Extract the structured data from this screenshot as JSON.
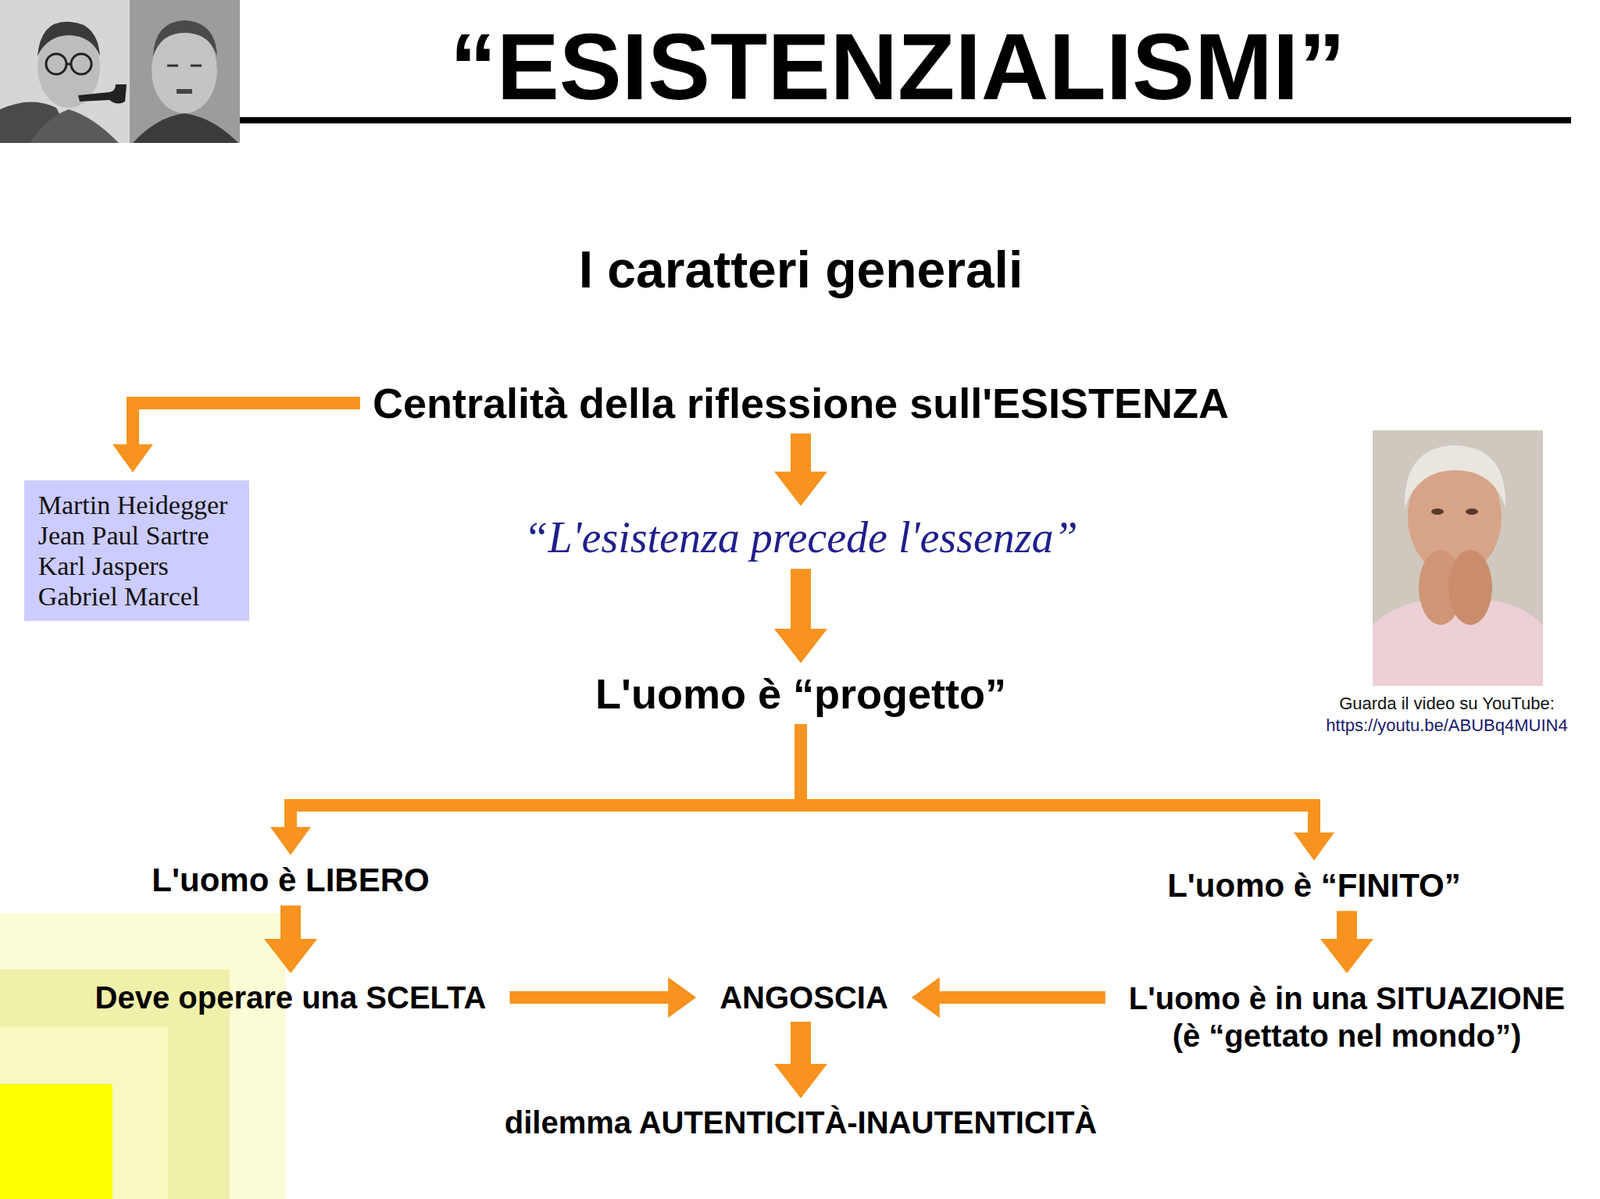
{
  "diagram": {
    "title": "“ESISTENZIALISMI”",
    "nodes": [
      {
        "text": [
          "Centralità della riflessione sull'ESISTENZA"
        ]
      },
      {
        "text": [
          "Martin Heidegger",
          "Jean Paul Sartre",
          "Karl Jaspers",
          "Gabriel Marcel"
        ]
      },
      {
        "text": [
          "“L'esistenza precede l'essenza”"
        ]
      },
      {
        "text": [
          "L'uomo è “progetto”"
        ]
      },
      {
        "text": [
          "L'uomo è LIBERO"
        ]
      },
      {
        "text": [
          "L'uomo è “FINITO”"
        ]
      },
      {
        "text": [
          "Deve operare una SCELTA"
        ]
      },
      {
        "text": [
          "ANGOSCIA"
        ]
      },
      {
        "text": [
          "L'uomo è in una SITUAZIONE",
          "(è “gettato nel mondo”)"
        ]
      },
      {
        "text": [
          "dilemma AUTENTICITÀ-INAUTENTICITÀ"
        ]
      }
    ],
    "edges": [
      {
        "from": 0,
        "to": 1,
        "arrow": "to"
      },
      {
        "from": 0,
        "to": 2,
        "arrow": "to"
      },
      {
        "from": 2,
        "to": 3,
        "arrow": "to"
      },
      {
        "from": 3,
        "to": 4,
        "arrow": "to"
      },
      {
        "from": 3,
        "to": 5,
        "arrow": "to"
      },
      {
        "from": 4,
        "to": 6,
        "arrow": "to"
      },
      {
        "from": 5,
        "to": 8,
        "arrow": "to"
      },
      {
        "from": 6,
        "to": 7,
        "arrow": "to"
      },
      {
        "from": 8,
        "to": 7,
        "arrow": "to"
      },
      {
        "from": 7,
        "to": 9,
        "arrow": "to"
      }
    ],
    "labels": [
      "I caratteri generali",
      "Guarda il video su YouTube:",
      "https://youtu.be/ABUBq4MUIN4"
    ]
  }
}
